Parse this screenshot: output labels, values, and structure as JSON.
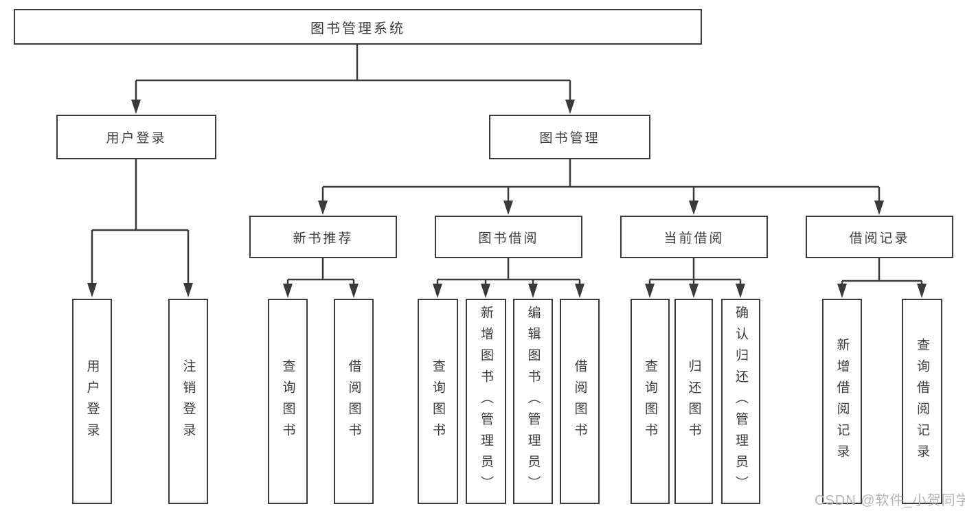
{
  "diagram": {
    "root": {
      "label": "图书管理系统"
    },
    "branches": [
      {
        "label": "用户登录",
        "children": [
          "用户登录",
          "注销登录"
        ]
      },
      {
        "label": "图书管理",
        "children": [
          {
            "label": "新书推荐",
            "children": [
              "查询图书",
              "借阅图书"
            ]
          },
          {
            "label": "图书借阅",
            "children": [
              "查询图书",
              "新增图书（管理员）",
              "编辑图书（管理员）",
              "借阅图书"
            ]
          },
          {
            "label": "当前借阅",
            "children": [
              "查询图书",
              "归还图书",
              "确认归还（管理员）"
            ]
          },
          {
            "label": "借阅记录",
            "children": [
              "新增借阅记录",
              "查询借阅记录"
            ]
          }
        ]
      }
    ]
  },
  "watermark": {
    "text": "CSDN @软件_小贺同学"
  },
  "colors": {
    "line": "#3a3a3a",
    "box_border": "#3a3a3a",
    "text": "#3d3d3d",
    "watermark": "#b5b5b5",
    "background": "#ffffff"
  }
}
